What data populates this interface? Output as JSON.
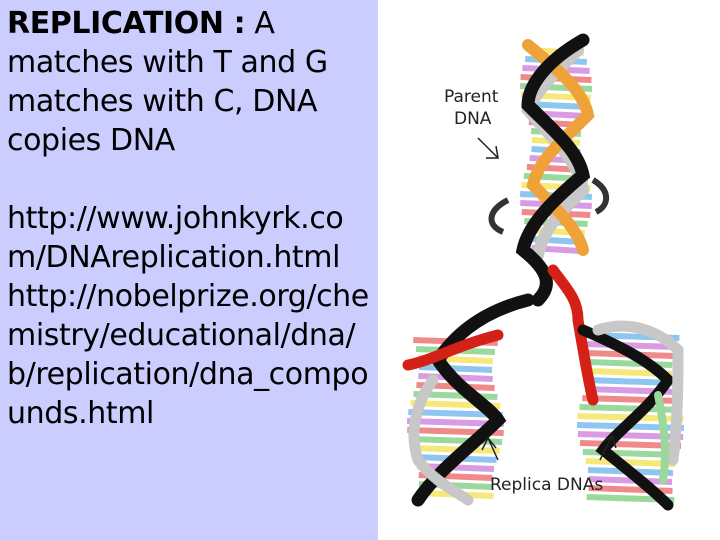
{
  "slide": {
    "heading_bold": "REPLICATION :",
    "heading_rest": " A matches with T and G matches with C, DNA copies DNA",
    "links": [
      "http://www.johnkyrk.com/DNAreplication.html",
      "http://nobelprize.org/chemistry/educational/dna/b/replication/dna_compounds.html"
    ]
  },
  "diagram": {
    "label_parent_line1": "Parent",
    "label_parent_line2": "DNA",
    "label_replica": "Replica DNAs"
  },
  "colors": {
    "panel_bg": "#cccdff",
    "strand_black": "#111111",
    "strand_orange": "#f0a23a",
    "strand_red": "#d42016",
    "strand_gray": "#c8c8c8",
    "rung_colors": [
      "#f6e97a",
      "#8fc6ef",
      "#d99be3",
      "#f08a8a",
      "#9bd89b"
    ]
  }
}
